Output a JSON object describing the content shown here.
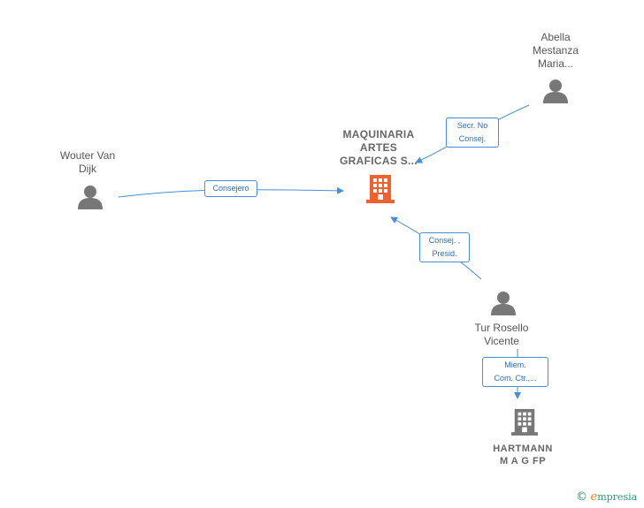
{
  "nodes": {
    "main_company": {
      "lines": [
        "MAQUINARIA",
        "ARTES",
        "GRAFICAS S..."
      ],
      "color": "#f0612d"
    },
    "abella": {
      "lines": [
        "Abella",
        "Mestanza",
        "Maria..."
      ]
    },
    "wouter": {
      "lines": [
        "Wouter Van",
        "Dijk"
      ]
    },
    "tur": {
      "lines": [
        "Tur Rosello",
        "Vicente"
      ]
    },
    "hartmann": {
      "lines": [
        "HARTMANN",
        "M A G FP"
      ]
    }
  },
  "relations": {
    "abella_main": [
      "Secr.  No",
      "Consej."
    ],
    "wouter_main": [
      "Consejero"
    ],
    "tur_main": [
      "Consej. ,",
      "Presid."
    ],
    "tur_hartmann": [
      "Miem.",
      "Com. Ctr.,..."
    ]
  },
  "colors": {
    "link": "#4a8fd6",
    "person": "#777777",
    "company_gray": "#777777",
    "company_main": "#f0612d"
  },
  "brand": {
    "copyright": "©",
    "initial": "e",
    "rest": "mpresia"
  }
}
